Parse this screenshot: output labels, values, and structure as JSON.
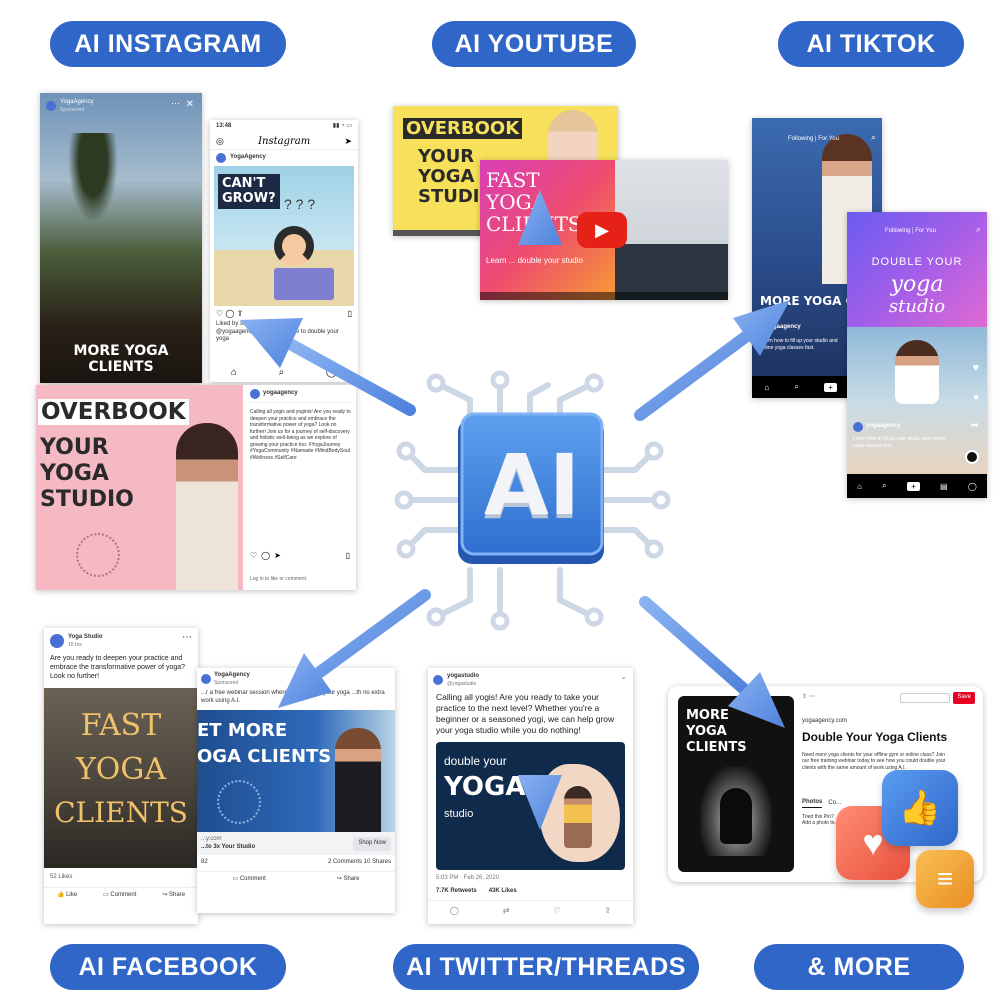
{
  "labels": {
    "instagram": "AI INSTAGRAM",
    "youtube": "AI YOUTUBE",
    "tiktok": "AI TIKTOK",
    "facebook": "AI FACEBOOK",
    "twitter": "AI TWITTER/THREADS",
    "more": "& MORE"
  },
  "chip": {
    "text": "AI"
  },
  "instagram": {
    "story_account": "YogaAgency",
    "story_sponsored": "Sponsored",
    "story_caption": "MORE YOGA CLIENTS",
    "feed_time": "13:48",
    "feed_app": "Instagram",
    "feed_account": "YogaAgency",
    "feed_headline_1": "CAN'T",
    "feed_headline_2": "GROW?",
    "feed_liked": "Liked by sa... others",
    "feed_caption": "@yogaagency - ...binar on how to double your yoga",
    "post_line_1": "OVERBOOK",
    "post_line_2": "YOUR",
    "post_line_3": "YOGA",
    "post_line_4": "STUDIO",
    "post_account": "yogaagency",
    "post_text": "Calling all yogis and yoginis! Are you ready to deepen your practice and embrace the transformative power of yoga? Look no further! Join us for a journey of self-discovery and holistic well-being as we explore of growing your practice too. #YogaJourney #YogaCommunity #Namaste #MindBodySoul #Wellness #SelfCare",
    "post_login": "Log in to like or comment."
  },
  "youtube": {
    "thumb1_line_1": "OVERBOOK",
    "thumb1_line_2": "YOUR",
    "thumb1_line_3": "YOGA",
    "thumb1_line_4": "STUDIO",
    "thumb2_line_1": "FAST",
    "thumb2_line_2": "YOGA",
    "thumb2_line_3": "CLIENTS",
    "thumb2_sub": "Learn ... double your studio"
  },
  "tiktok": {
    "nav": "Following | For You",
    "video1_caption": "MORE YOGA CLI",
    "video1_account": "yogaagency",
    "video1_desc": "Learn how to fill up your studio and online yoga classes fast.",
    "video2_line_1": "DOUBLE YOUR",
    "video2_line_2": "yoga",
    "video2_line_3": "studio",
    "video2_account": "yogaagency",
    "video2_desc": "Learn how to fill up your studio and online yoga classes fast.",
    "tabs": [
      "Home",
      "Discover",
      "",
      "Inbox",
      "Me"
    ]
  },
  "facebook": {
    "page_name": "Yoga Studio",
    "page_time": "10 hrs",
    "post_text": "Are you ready to deepen your practice and embrace the transformative power of yoga? Look no further!",
    "image_line_1": "FAST",
    "image_line_2": "YOGA",
    "image_line_3": "CLIENTS",
    "likes": "52 Likes",
    "like_btn": "Like",
    "comment_btn": "Comment",
    "share_btn": "Share",
    "ad_account": "YogaAgency",
    "ad_sponsored": "Sponsored",
    "ad_text": "...r a free webinar session where we... double your yoga ...th no extra work using A.I.",
    "ad_line_1": "ET MORE",
    "ad_line_2": "OGA CLIENTS",
    "ad_domain": "...y.com",
    "ad_title": "...to 3x Your Studio",
    "ad_cta": "Shop Now",
    "ad_count": "82",
    "ad_comments": "2 Comments  10 Shares",
    "ad_comment_btn": "Comment",
    "ad_share_btn": "Share"
  },
  "twitter": {
    "account": "yogastudio",
    "handle": "@yogastudio",
    "text": "Calling all yogis!  Are you ready to take your practice to the next level? Whether you're a beginner or a seasoned yogi, we can help grow your yoga studio while you do nothing!",
    "img_line_1": "double your",
    "img_line_2": "YOGA",
    "img_line_3": "studio",
    "timestamp": "5:03 PM · Feb 26, 2020",
    "retweets": "7.7K Retweets",
    "likes": "43K Likes"
  },
  "pinterest": {
    "save": "Save",
    "domain": "yogaagency.com",
    "title": "Double Your Yoga Clients",
    "desc": "Need more yoga clients for your offline gym or online class? Join our free training webinar today to see how you could double your clients with the same amount of work using A.I.",
    "img_line_1": "MORE",
    "img_line_2": "YOGA",
    "img_line_3": "CLIENTS",
    "tab_photos": "Photos",
    "tab_comments": "Co...",
    "tried": "Tried this Pin?",
    "add_photo": "Add a photo to..."
  },
  "colors": {
    "pill": "#2f66c8",
    "arrow": "#5b8ee6",
    "chip": "#3d7ddb",
    "pink": "#f4b9c2",
    "yellow": "#f7e15a",
    "navy": "#0f2a4a",
    "youtube_red": "#e62117"
  }
}
